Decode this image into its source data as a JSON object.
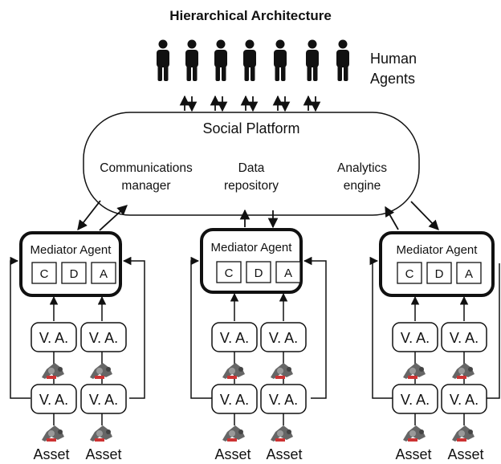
{
  "title": "Hierarchical Architecture",
  "human_agents": {
    "label_line1": "Human",
    "label_line2": "Agents",
    "count": 7
  },
  "platform": {
    "name": "Social Platform",
    "components": [
      {
        "line1": "Communications",
        "line2": "manager"
      },
      {
        "line1": "Data",
        "line2": "repository"
      },
      {
        "line1": "Analytics",
        "line2": "engine"
      }
    ]
  },
  "clusters": [
    {
      "mediator_label": "Mediator Agent",
      "modules": [
        "C",
        "D",
        "A"
      ],
      "va_label": "V. A.",
      "asset_labels": [
        "Asset",
        "Asset"
      ]
    },
    {
      "mediator_label": "Mediator Agent",
      "modules": [
        "C",
        "D",
        "A"
      ],
      "va_label": "V. A.",
      "asset_labels": [
        "Asset",
        "Asset"
      ]
    },
    {
      "mediator_label": "Mediator Agent",
      "modules": [
        "C",
        "D",
        "A"
      ],
      "va_label": "V. A.",
      "asset_labels": [
        "Asset",
        "Asset"
      ]
    }
  ],
  "colors": {
    "line": "#111111",
    "fill": "#ffffff",
    "robot": "#555555"
  }
}
